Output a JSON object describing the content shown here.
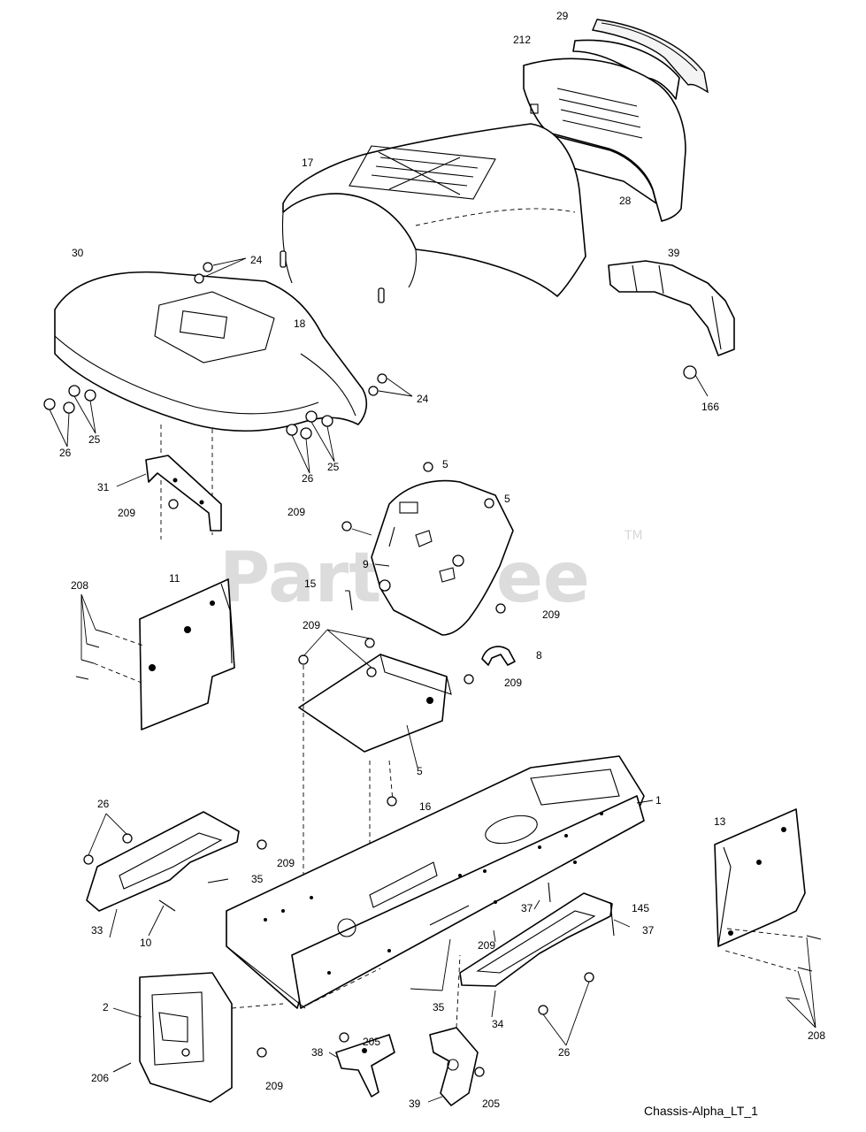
{
  "watermark": {
    "text": "PartsTree",
    "tm": "TM"
  },
  "caption": "Chassis-Alpha_LT_1",
  "callouts": [
    "29",
    "212",
    "17",
    "28",
    "39",
    "166",
    "30",
    "24",
    "18",
    "24",
    "25",
    "26",
    "25",
    "26",
    "31",
    "209",
    "5",
    "5",
    "209",
    "9",
    "15",
    "209",
    "208",
    "11",
    "209",
    "8",
    "209",
    "5",
    "16",
    "1",
    "26",
    "209",
    "35",
    "33",
    "10",
    "13",
    "145",
    "37",
    "37",
    "209",
    "35",
    "34",
    "26",
    "2",
    "205",
    "38",
    "206",
    "209",
    "39",
    "205",
    "208"
  ]
}
